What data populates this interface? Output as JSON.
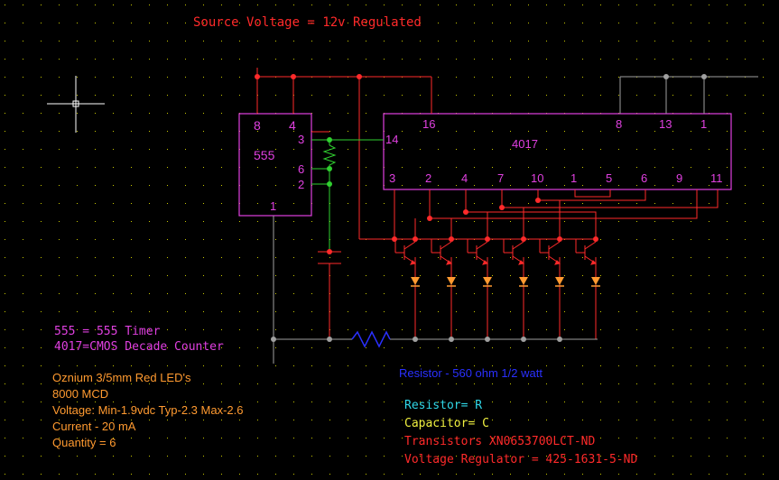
{
  "title": "Source Voltage = 12v Regulated",
  "ic_555": {
    "name": "555",
    "pins": {
      "p8": "8",
      "p4": "4",
      "p3": "3",
      "p6": "6",
      "p2": "2",
      "p1": "1"
    }
  },
  "ic_4017": {
    "name": "4017",
    "pins_top": [
      "16",
      "8",
      "13",
      "1"
    ],
    "pin_14": "14",
    "pins_bottom": [
      "3",
      "2",
      "4",
      "7",
      "10",
      "1",
      "5",
      "6",
      "9",
      "11"
    ]
  },
  "legend_ic": {
    "line1": "555 = 555 Timer",
    "line2": "4017=CMOS Decade Counter"
  },
  "led_info": {
    "line1": "Oznium 3/5mm Red LED's",
    "line2": "8000 MCD",
    "line3": "Voltage: Min-1.9vdc Typ-2.3 Max-2.6",
    "line4": "Current - 20 mA",
    "line5": "Quantity = 6"
  },
  "resistor_label": "Resistor - 560 ohm 1/2 watt",
  "parts": {
    "resistor": "Resistor= R",
    "capacitor": "Capacitor= C",
    "transistors": "Transistors    XN0653700LCT-ND",
    "regulator": "Voltage Regulator  = 425-1631-5-ND"
  },
  "colors": {
    "background": "#000000",
    "grid_dot": "#c8c800",
    "wire_red": "#ff2a2a",
    "wire_gray": "#a0a0a0",
    "wire_green": "#30d030",
    "ic_outline": "#e040e0",
    "led": "#ff9a30",
    "resistor": "#2a30ff"
  }
}
